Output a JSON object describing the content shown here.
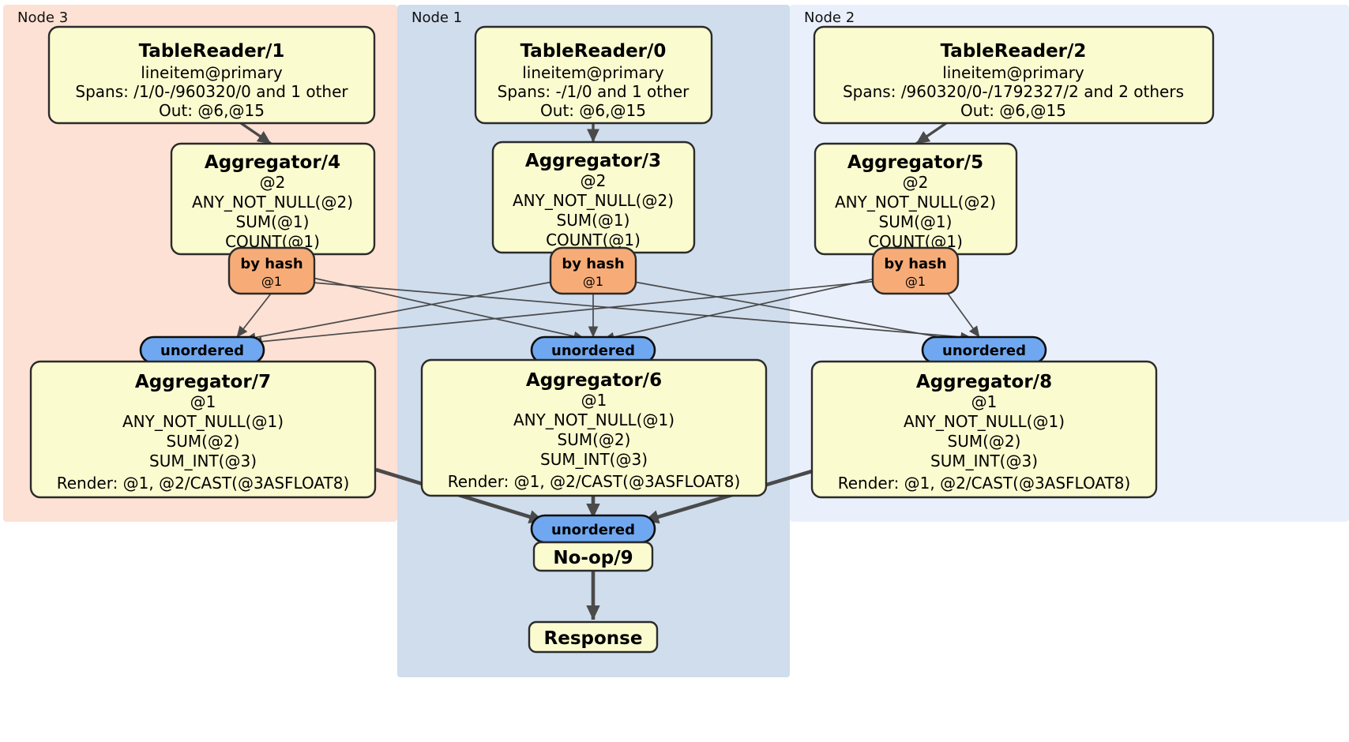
{
  "diagram": {
    "kind": "distributed-query-plan",
    "panels": [
      {
        "id": "node3",
        "label": "Node 3",
        "color": "#fce1d4"
      },
      {
        "id": "node1",
        "label": "Node 1",
        "color": "#cfdded"
      },
      {
        "id": "node2",
        "label": "Node 2",
        "color": "#eaf0fb"
      }
    ],
    "colors": {
      "processor_fill": "#fbfbd0",
      "hash_router_fill": "#f7ac78",
      "unordered_sync_fill": "#6fa8f0",
      "edge": "#4a4a4a",
      "border": "#2b2b2b"
    },
    "table_readers": [
      {
        "id": "tr1",
        "title": "TableReader/1",
        "lines": [
          "lineitem@primary",
          "Spans: /1/0-/960320/0 and 1 other",
          "Out: @6,@15"
        ]
      },
      {
        "id": "tr0",
        "title": "TableReader/0",
        "lines": [
          "lineitem@primary",
          "Spans: -/1/0 and 1 other",
          "Out: @6,@15"
        ]
      },
      {
        "id": "tr2",
        "title": "TableReader/2",
        "lines": [
          "lineitem@primary",
          "Spans: /960320/0-/1792327/2 and 2 others",
          "Out: @6,@15"
        ]
      }
    ],
    "local_aggregators": [
      {
        "id": "agg4",
        "title": "Aggregator/4",
        "lines": [
          "@2",
          "ANY_NOT_NULL(@2)",
          "SUM(@1)",
          "COUNT(@1)"
        ]
      },
      {
        "id": "agg3",
        "title": "Aggregator/3",
        "lines": [
          "@2",
          "ANY_NOT_NULL(@2)",
          "SUM(@1)",
          "COUNT(@1)"
        ]
      },
      {
        "id": "agg5",
        "title": "Aggregator/5",
        "lines": [
          "@2",
          "ANY_NOT_NULL(@2)",
          "SUM(@1)",
          "COUNT(@1)"
        ]
      }
    ],
    "hash_routers": [
      {
        "id": "hash4",
        "title": "by hash",
        "sub": "@1"
      },
      {
        "id": "hash3",
        "title": "by hash",
        "sub": "@1"
      },
      {
        "id": "hash5",
        "title": "by hash",
        "sub": "@1"
      }
    ],
    "sync_unordered": [
      {
        "id": "u7",
        "label": "unordered"
      },
      {
        "id": "u6",
        "label": "unordered"
      },
      {
        "id": "u8",
        "label": "unordered"
      },
      {
        "id": "u9",
        "label": "unordered"
      }
    ],
    "final_aggregators": [
      {
        "id": "agg7",
        "title": "Aggregator/7",
        "lines": [
          "@1",
          "ANY_NOT_NULL(@1)",
          "SUM(@2)",
          "SUM_INT(@3)",
          "Render: @1, @2/CAST(@3ASFLOAT8)"
        ]
      },
      {
        "id": "agg6",
        "title": "Aggregator/6",
        "lines": [
          "@1",
          "ANY_NOT_NULL(@1)",
          "SUM(@2)",
          "SUM_INT(@3)",
          "Render: @1, @2/CAST(@3ASFLOAT8)"
        ]
      },
      {
        "id": "agg8",
        "title": "Aggregator/8",
        "lines": [
          "@1",
          "ANY_NOT_NULL(@1)",
          "SUM(@2)",
          "SUM_INT(@3)",
          "Render: @1, @2/CAST(@3ASFLOAT8)"
        ]
      }
    ],
    "noop": {
      "id": "noop9",
      "title": "No-op/9"
    },
    "response": {
      "id": "response",
      "title": "Response"
    }
  }
}
